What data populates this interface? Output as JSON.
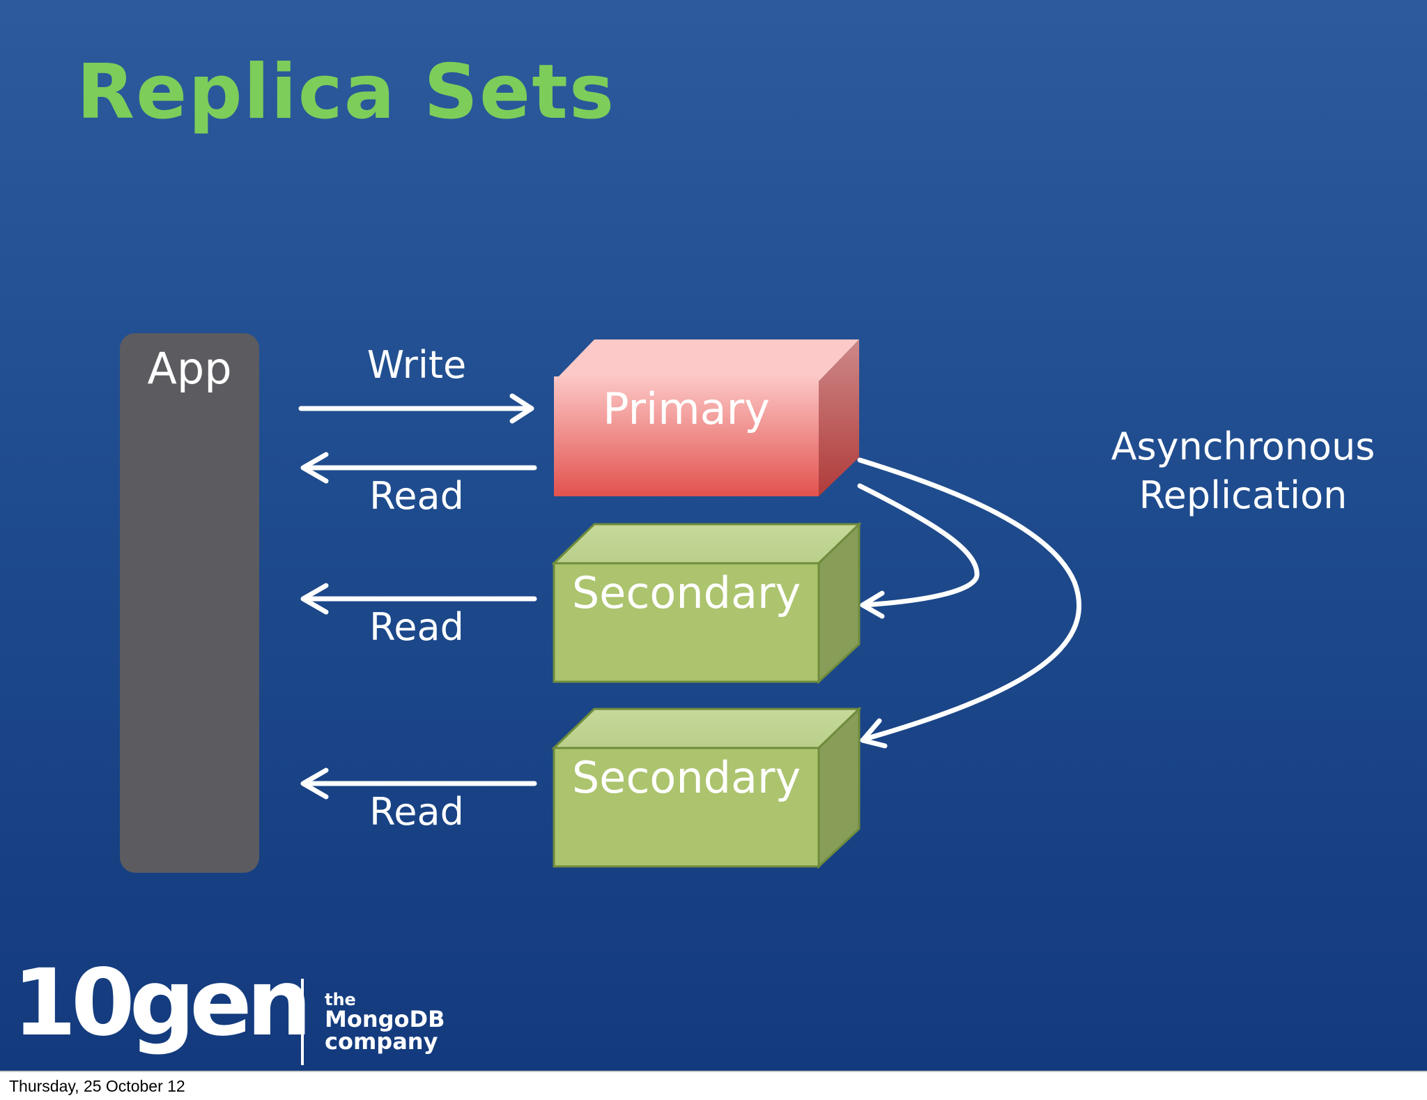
{
  "slide": {
    "title": "Replica Sets",
    "colors": {
      "background": "#1f4c8e",
      "title": "#7dcd5a",
      "app": "#5c5b60",
      "primary": "#e85a57",
      "secondary": "#acc46e",
      "arrows": "#ffffff"
    }
  },
  "diagram": {
    "app": {
      "label": "App"
    },
    "operations": {
      "write": "Write",
      "read_primary": "Read",
      "read_secondary_1": "Read",
      "read_secondary_2": "Read"
    },
    "nodes": {
      "primary": {
        "label": "Primary"
      },
      "secondary_1": {
        "label": "Secondary"
      },
      "secondary_2": {
        "label": "Secondary"
      }
    },
    "replication": {
      "line1": "Asynchronous",
      "line2": "Replication"
    }
  },
  "logo": {
    "name": "10gen",
    "tagline": [
      "the",
      "MongoDB",
      "company"
    ]
  },
  "footer": {
    "date": "Thursday, 25 October 12"
  }
}
